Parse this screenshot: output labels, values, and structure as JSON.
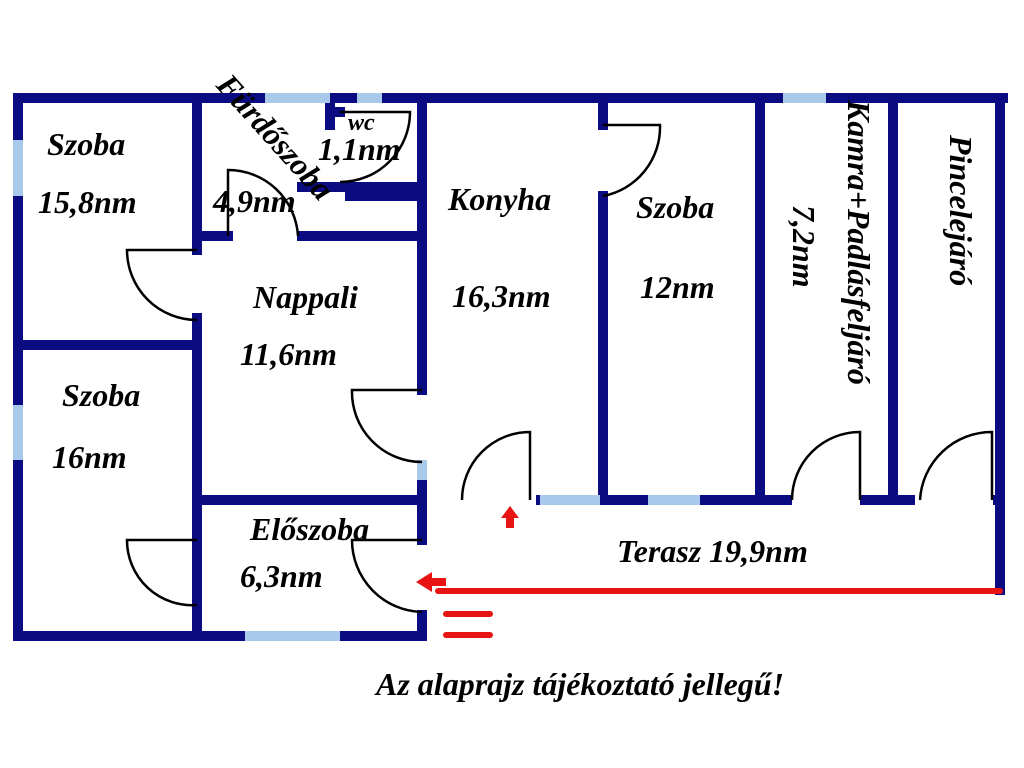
{
  "rooms": {
    "szoba1": {
      "name": "Szoba",
      "area": "15,8nm"
    },
    "furdo": {
      "name": "Fürdőszoba",
      "area": "4,9nm"
    },
    "wc": {
      "name": "wc",
      "area": "1,1nm"
    },
    "konyha": {
      "name": "Konyha",
      "area": "16,3nm"
    },
    "szoba2": {
      "name": "Szoba",
      "area": "12nm"
    },
    "kamra": {
      "name": "Kamra+Padlásfeljáró",
      "area": "7,2nm"
    },
    "pince": {
      "name": "Pincelejáró"
    },
    "nappali": {
      "name": "Nappali",
      "area": "11,6nm"
    },
    "szoba3": {
      "name": "Szoba",
      "area": "16nm"
    },
    "eloszoba": {
      "name": "Előszoba",
      "area": "6,3nm"
    },
    "terasz": {
      "label": "Terasz 19,9nm"
    }
  },
  "disclaimer": "Az alaprajz tájékoztató jellegű!",
  "colors": {
    "wall": "#0b0b82",
    "window": "#a9c9ea",
    "arrow": "#e81414"
  }
}
